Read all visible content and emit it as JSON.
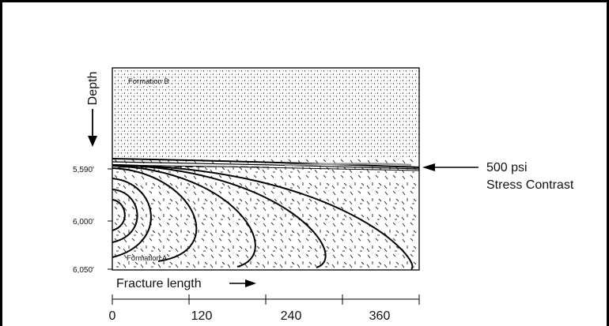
{
  "depth_label": "Depth",
  "formation_b": "Formation B",
  "formation_a": "Formation A",
  "depth_ticks": [
    "5,590'",
    "6,000'",
    "6,050'"
  ],
  "annotation": {
    "line1": "500 psi",
    "line2": "Stress Contrast"
  },
  "x_axis": {
    "label": "Fracture length",
    "ticks": [
      "0",
      "120",
      "240",
      "360"
    ]
  }
}
